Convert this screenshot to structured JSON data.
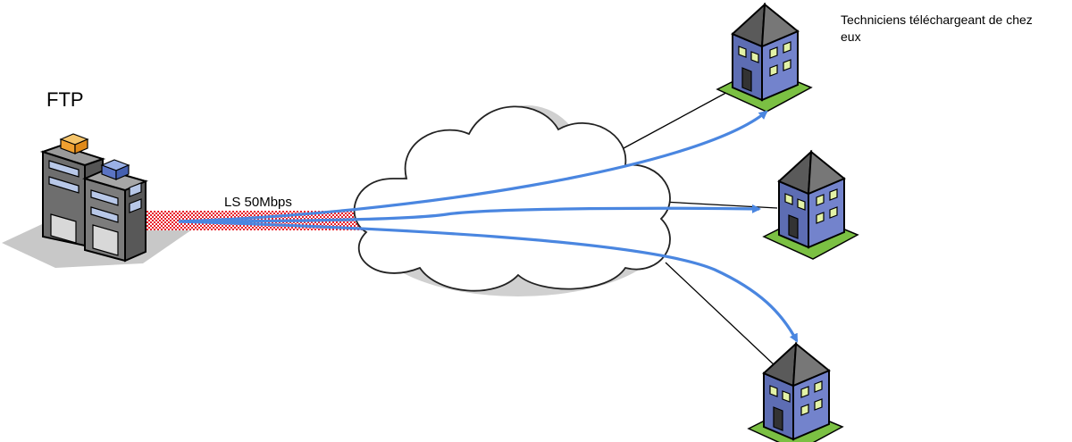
{
  "labels": {
    "ftp": "FTP",
    "link": "LS 50Mbps",
    "technicians": "Techniciens téléchargeant de chez eux"
  },
  "nodes": {
    "server": {
      "icon": "office-building-icon",
      "label": "FTP"
    },
    "network": {
      "icon": "cloud-icon"
    },
    "houses": [
      {
        "icon": "house-icon"
      },
      {
        "icon": "house-icon"
      },
      {
        "icon": "house-icon"
      }
    ]
  },
  "colors": {
    "flow_arrow": "#4a86e0",
    "leased_line": "#e8202a",
    "house_walls": "#6f7fc4",
    "house_roof": "#555555",
    "lawn": "#7bc043",
    "building": "#8a8a8a",
    "cloud_shadow": "#d0d0d0"
  }
}
